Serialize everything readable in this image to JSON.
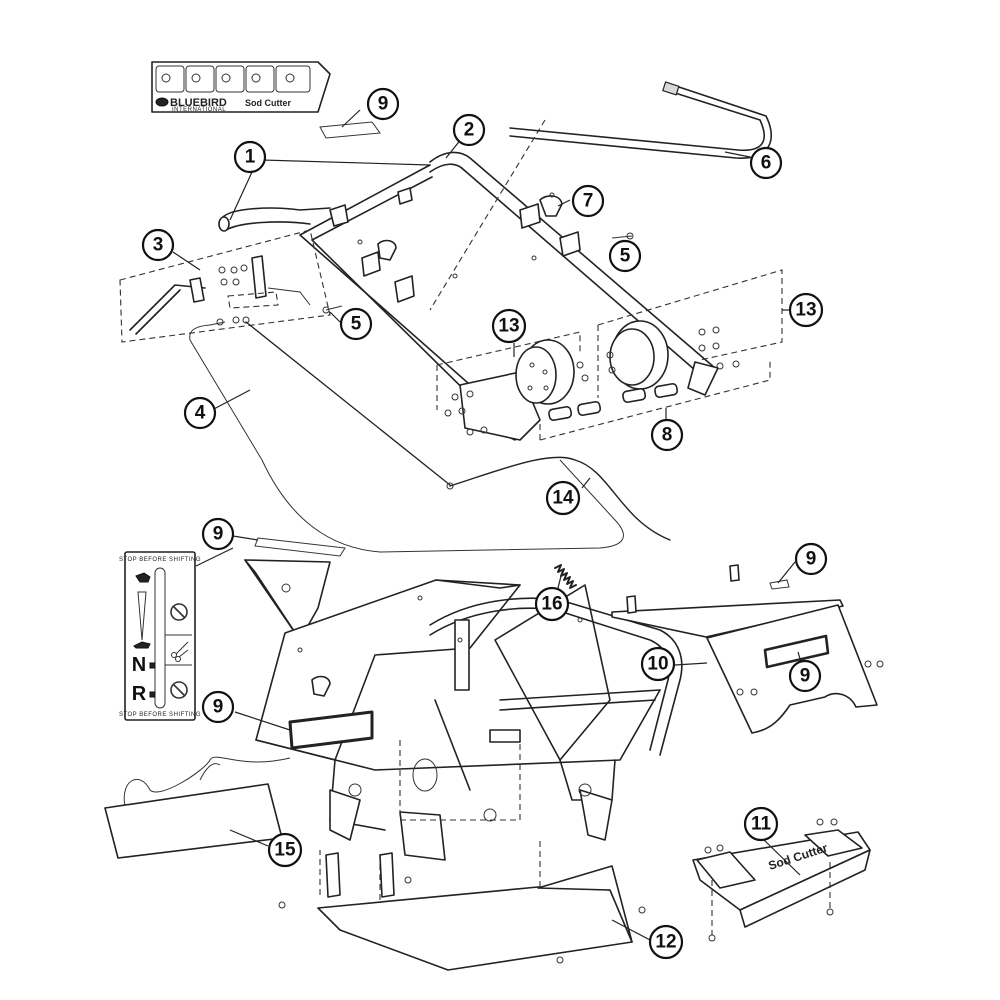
{
  "diagram": {
    "title": "Sod Cutter parts breakdown",
    "callouts": [
      {
        "id": "c1",
        "label": "1"
      },
      {
        "id": "c2",
        "label": "2"
      },
      {
        "id": "c3",
        "label": "3"
      },
      {
        "id": "c4",
        "label": "4"
      },
      {
        "id": "c5a",
        "label": "5"
      },
      {
        "id": "c5b",
        "label": "5"
      },
      {
        "id": "c6",
        "label": "6"
      },
      {
        "id": "c7",
        "label": "7"
      },
      {
        "id": "c8",
        "label": "8"
      },
      {
        "id": "c9a",
        "label": "9"
      },
      {
        "id": "c9b",
        "label": "9"
      },
      {
        "id": "c9c",
        "label": "9"
      },
      {
        "id": "c9d",
        "label": "9"
      },
      {
        "id": "c9e",
        "label": "9"
      },
      {
        "id": "c10",
        "label": "10"
      },
      {
        "id": "c11",
        "label": "11"
      },
      {
        "id": "c12",
        "label": "12"
      },
      {
        "id": "c13a",
        "label": "13"
      },
      {
        "id": "c13b",
        "label": "13"
      },
      {
        "id": "c14",
        "label": "14"
      },
      {
        "id": "c15",
        "label": "15"
      },
      {
        "id": "c16",
        "label": "16"
      }
    ],
    "top_decal": {
      "brand": "BLUEBIRD",
      "brand_sub": "INTERNATIONAL",
      "product": "Sod Cutter"
    },
    "control_decal": {
      "header": "STOP BEFORE SHIFTING",
      "footer": "STOP BEFORE SHIFTING",
      "gear_n": "N",
      "gear_r": "R"
    },
    "base_decal": {
      "product": "Sod Cutter"
    }
  }
}
